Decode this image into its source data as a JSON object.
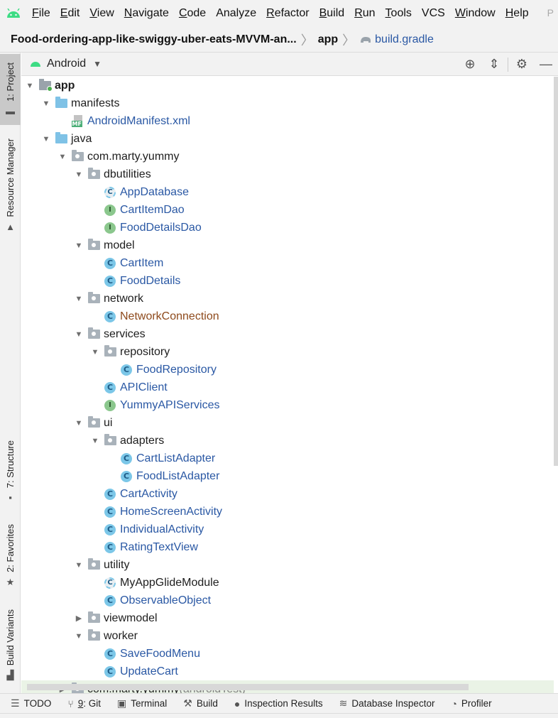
{
  "menu": {
    "items": [
      {
        "label": "File",
        "mnemonic": "F",
        "rest": "ile"
      },
      {
        "label": "Edit",
        "mnemonic": "E",
        "rest": "dit"
      },
      {
        "label": "View",
        "mnemonic": "V",
        "rest": "iew"
      },
      {
        "label": "Navigate",
        "mnemonic": "N",
        "rest": "avigate"
      },
      {
        "label": "Code",
        "mnemonic": "C",
        "rest": "ode"
      },
      {
        "label": "Analyze",
        "mnemonic": "",
        "rest": "Analyze"
      },
      {
        "label": "Refactor",
        "mnemonic": "R",
        "rest": "efactor"
      },
      {
        "label": "Build",
        "mnemonic": "B",
        "rest": "uild"
      },
      {
        "label": "Run",
        "mnemonic": "R",
        "rest": "un"
      },
      {
        "label": "Tools",
        "mnemonic": "T",
        "rest": "ools"
      },
      {
        "label": "VCS",
        "mnemonic": "",
        "rest": "VCS"
      },
      {
        "label": "Window",
        "mnemonic": "W",
        "rest": "indow"
      },
      {
        "label": "Help",
        "mnemonic": "H",
        "rest": "elp"
      }
    ]
  },
  "breadcrumb": {
    "project": "Food-ordering-app-like-swiggy-uber-eats-MVVM-an...",
    "module": "app",
    "file": "build.gradle"
  },
  "left_tabs": {
    "project": "1: Project",
    "resource_manager": "Resource Manager",
    "structure": "7: Structure",
    "favorites": "2: Favorites",
    "build_variants": "Build Variants"
  },
  "project_toolbar": {
    "view_mode": "Android"
  },
  "tree": [
    {
      "label": "app",
      "icon": "module",
      "expanded": true,
      "depth": 0,
      "style": "bold"
    },
    {
      "label": "manifests",
      "icon": "folder",
      "expanded": true,
      "depth": 1,
      "style": "normal"
    },
    {
      "label": "AndroidManifest.xml",
      "icon": "manifest",
      "expanded": null,
      "depth": 2,
      "style": "blue"
    },
    {
      "label": "java",
      "icon": "folder",
      "expanded": true,
      "depth": 1,
      "style": "normal"
    },
    {
      "label": "com.marty.yummy",
      "icon": "package",
      "expanded": true,
      "depth": 2,
      "style": "normal"
    },
    {
      "label": "dbutilities",
      "icon": "package",
      "expanded": true,
      "depth": 3,
      "style": "normal"
    },
    {
      "label": "AppDatabase",
      "icon": "abstract-class",
      "expanded": null,
      "depth": 4,
      "style": "blue"
    },
    {
      "label": "CartItemDao",
      "icon": "interface",
      "expanded": null,
      "depth": 4,
      "style": "blue"
    },
    {
      "label": "FoodDetailsDao",
      "icon": "interface",
      "expanded": null,
      "depth": 4,
      "style": "blue"
    },
    {
      "label": "model",
      "icon": "package",
      "expanded": true,
      "depth": 3,
      "style": "normal"
    },
    {
      "label": "CartItem",
      "icon": "class",
      "expanded": null,
      "depth": 4,
      "style": "blue"
    },
    {
      "label": "FoodDetails",
      "icon": "class",
      "expanded": null,
      "depth": 4,
      "style": "blue"
    },
    {
      "label": "network",
      "icon": "package",
      "expanded": true,
      "depth": 3,
      "style": "normal"
    },
    {
      "label": "NetworkConnection",
      "icon": "class",
      "expanded": null,
      "depth": 4,
      "style": "brown"
    },
    {
      "label": "services",
      "icon": "package",
      "expanded": true,
      "depth": 3,
      "style": "normal"
    },
    {
      "label": "repository",
      "icon": "package",
      "expanded": true,
      "depth": 4,
      "style": "normal"
    },
    {
      "label": "FoodRepository",
      "icon": "class",
      "expanded": null,
      "depth": 5,
      "style": "blue"
    },
    {
      "label": "APIClient",
      "icon": "class",
      "expanded": null,
      "depth": 4,
      "style": "blue"
    },
    {
      "label": "YummyAPIServices",
      "icon": "interface",
      "expanded": null,
      "depth": 4,
      "style": "blue"
    },
    {
      "label": "ui",
      "icon": "package",
      "expanded": true,
      "depth": 3,
      "style": "normal"
    },
    {
      "label": "adapters",
      "icon": "package",
      "expanded": true,
      "depth": 4,
      "style": "normal"
    },
    {
      "label": "CartListAdapter",
      "icon": "class",
      "expanded": null,
      "depth": 5,
      "style": "blue"
    },
    {
      "label": "FoodListAdapter",
      "icon": "class",
      "expanded": null,
      "depth": 5,
      "style": "blue"
    },
    {
      "label": "CartActivity",
      "icon": "class",
      "expanded": null,
      "depth": 4,
      "style": "blue"
    },
    {
      "label": "HomeScreenActivity",
      "icon": "class",
      "expanded": null,
      "depth": 4,
      "style": "blue"
    },
    {
      "label": "IndividualActivity",
      "icon": "class",
      "expanded": null,
      "depth": 4,
      "style": "blue"
    },
    {
      "label": "RatingTextView",
      "icon": "class",
      "expanded": null,
      "depth": 4,
      "style": "blue"
    },
    {
      "label": "utility",
      "icon": "package",
      "expanded": true,
      "depth": 3,
      "style": "normal"
    },
    {
      "label": "MyAppGlideModule",
      "icon": "abstract-class",
      "expanded": null,
      "depth": 4,
      "style": "normal"
    },
    {
      "label": "ObservableObject",
      "icon": "class",
      "expanded": null,
      "depth": 4,
      "style": "blue"
    },
    {
      "label": "viewmodel",
      "icon": "package",
      "expanded": false,
      "depth": 3,
      "style": "normal"
    },
    {
      "label": "worker",
      "icon": "package",
      "expanded": true,
      "depth": 3,
      "style": "normal"
    },
    {
      "label": "SaveFoodMenu",
      "icon": "class",
      "expanded": null,
      "depth": 4,
      "style": "blue"
    },
    {
      "label": "UpdateCart",
      "icon": "class",
      "expanded": null,
      "depth": 4,
      "style": "blue"
    },
    {
      "label": "com.marty.yummy",
      "suffix": " (androidTest)",
      "icon": "package",
      "expanded": false,
      "depth": 2,
      "style": "normal"
    }
  ],
  "bottom_tabs": [
    {
      "label": "TODO",
      "icon": "list-icon",
      "glyph": "☰",
      "mnemonic_prefix": "",
      "mnemonic": "",
      "rest": "TODO"
    },
    {
      "label": "9: Git",
      "icon": "git-icon",
      "glyph": "⑂",
      "mnemonic_prefix": "",
      "mnemonic": "9",
      "rest": ": Git"
    },
    {
      "label": "Terminal",
      "icon": "terminal-icon",
      "glyph": "▣",
      "mnemonic_prefix": "",
      "mnemonic": "",
      "rest": "Terminal"
    },
    {
      "label": "Build",
      "icon": "hammer-icon",
      "glyph": "⚒",
      "mnemonic_prefix": "",
      "mnemonic": "",
      "rest": "Build"
    },
    {
      "label": "Inspection Results",
      "icon": "inspection-icon",
      "glyph": "●",
      "mnemonic_prefix": "",
      "mnemonic": "",
      "rest": "Inspection Results"
    },
    {
      "label": "Database Inspector",
      "icon": "database-icon",
      "glyph": "≋",
      "mnemonic_prefix": "",
      "mnemonic": "",
      "rest": "Database Inspector"
    },
    {
      "label": "Profiler",
      "icon": "profiler-icon",
      "glyph": "◔",
      "mnemonic_prefix": "",
      "mnemonic": "",
      "rest": "Profiler"
    }
  ],
  "colors": {
    "link_blue": "#2a58a4",
    "error_brown": "#8e4a1c",
    "android_green": "#3ddc84"
  }
}
